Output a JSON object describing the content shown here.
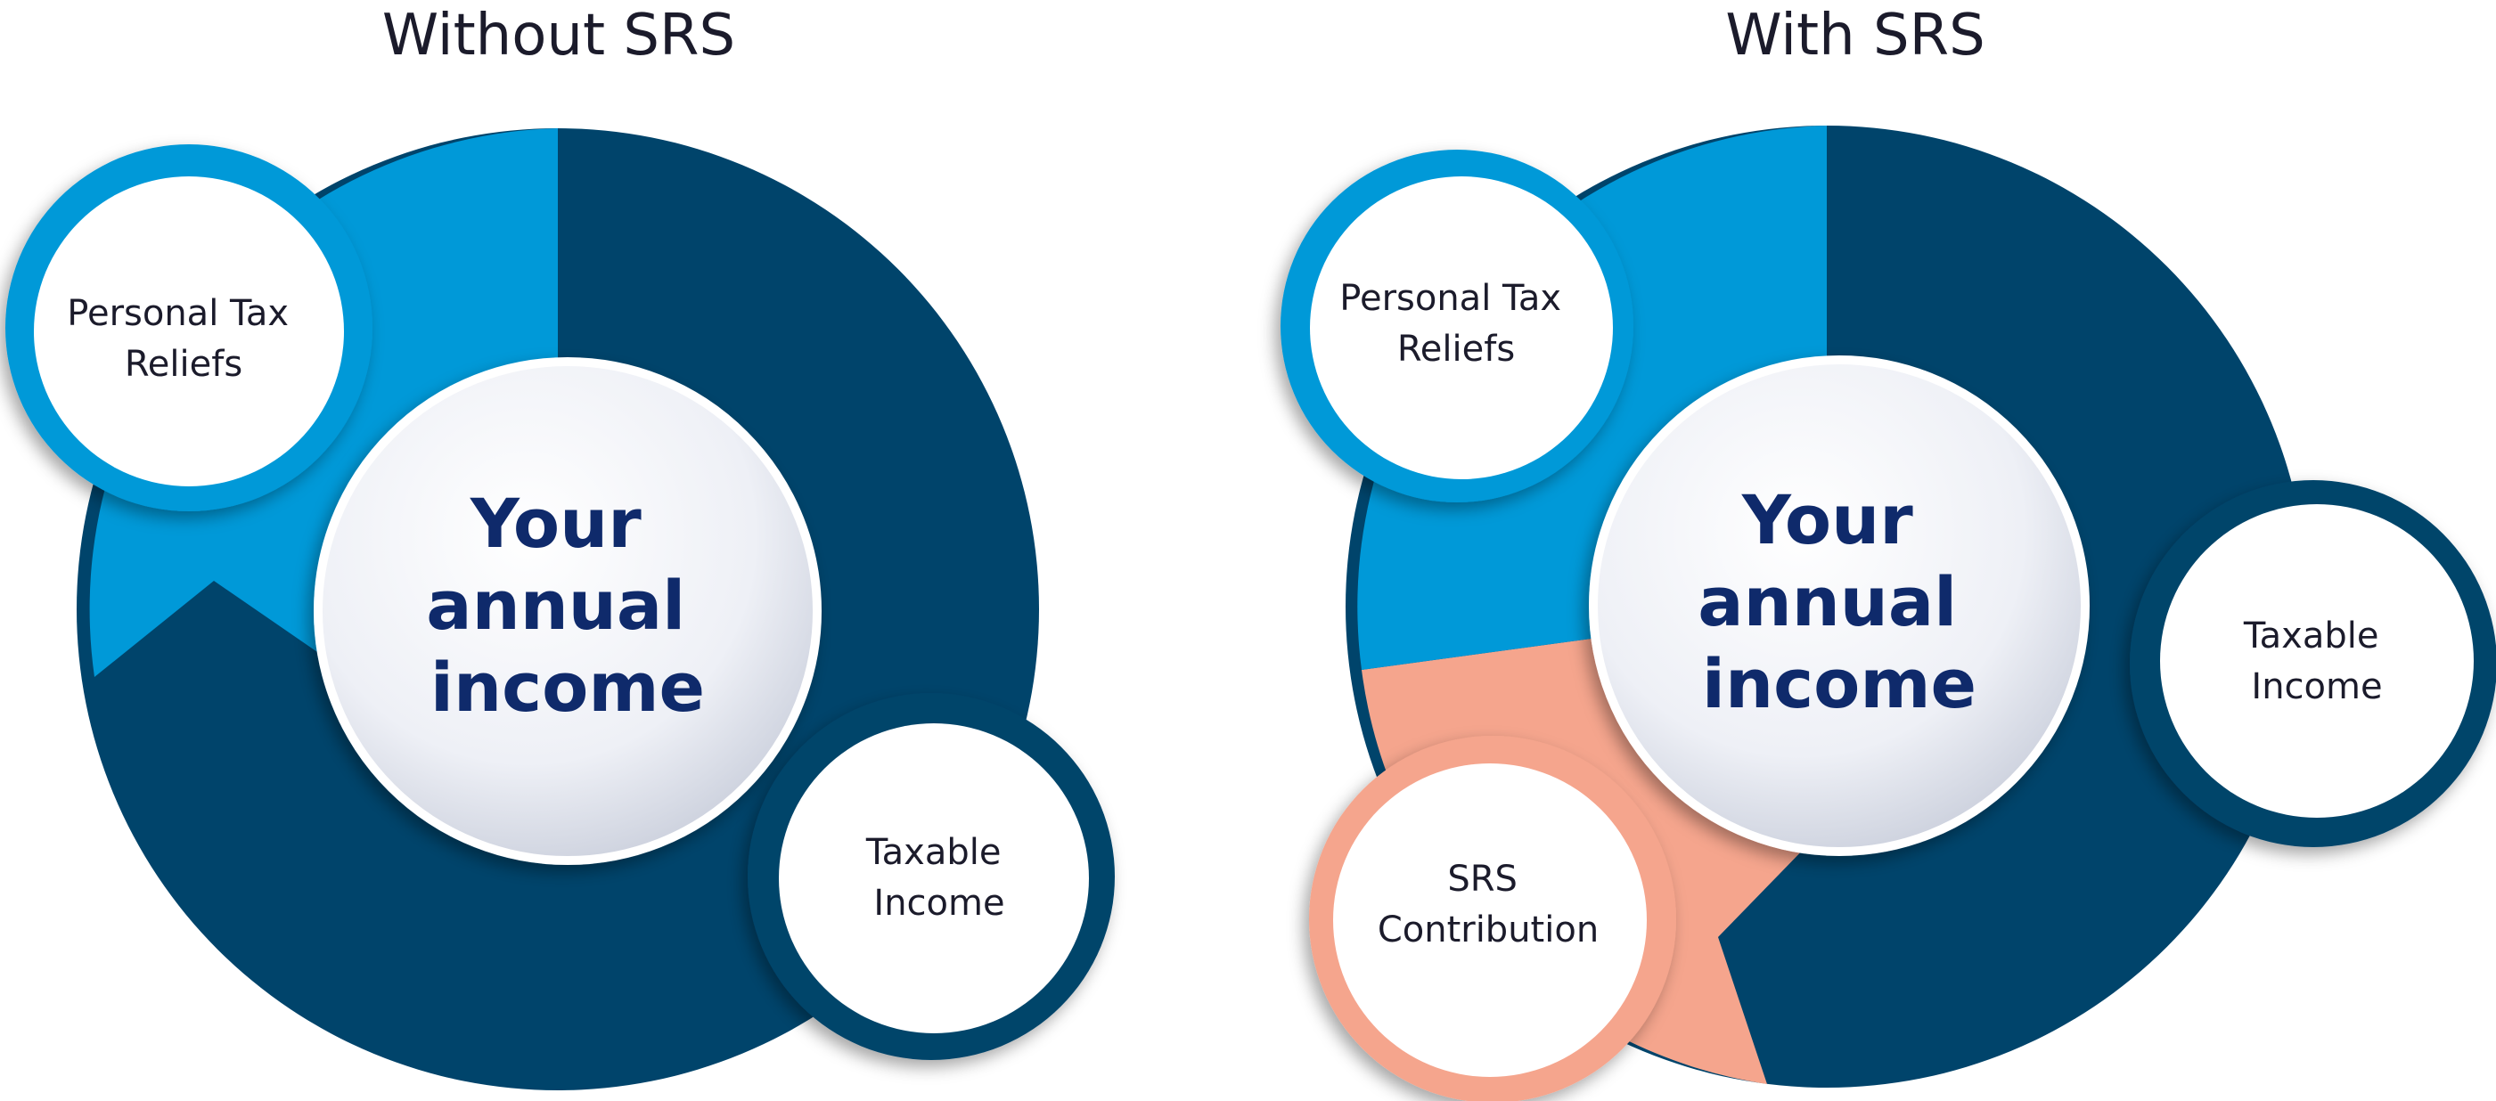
{
  "panels": {
    "left": {
      "title": "Without SRS",
      "center": [
        "Your",
        "annual",
        "income"
      ],
      "reliefs": [
        "Personal Tax",
        "Reliefs"
      ],
      "taxable": [
        "Taxable",
        "Income"
      ]
    },
    "right": {
      "title": "With SRS",
      "center": [
        "Your",
        "annual",
        "income"
      ],
      "reliefs": [
        "Personal Tax",
        "Reliefs"
      ],
      "taxable": [
        "Taxable",
        "Income"
      ],
      "srs": [
        "SRS",
        "Contribution"
      ]
    }
  },
  "colors": {
    "navy": "#00446b",
    "sky": "#0099d8",
    "salmon": "#f5a58d",
    "center_text": "#0f2a6b",
    "label_text": "#1b1b2b"
  }
}
